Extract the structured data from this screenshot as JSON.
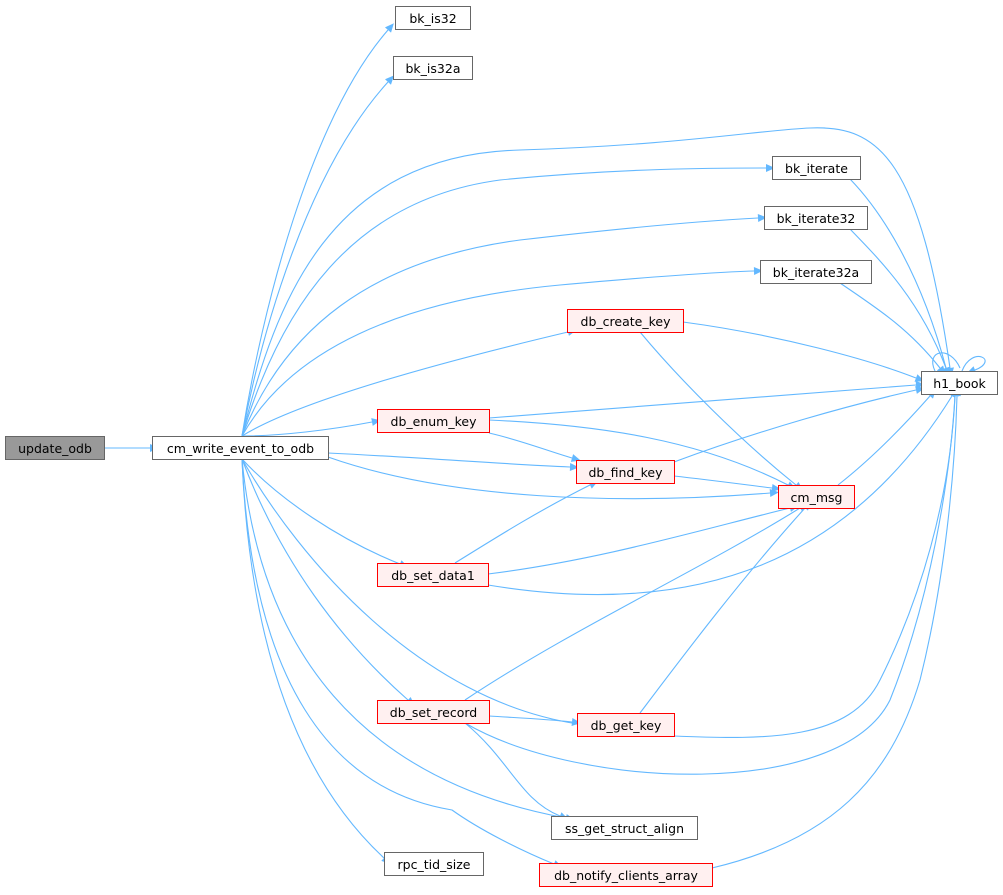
{
  "colors": {
    "edge": "#63b8ff",
    "root_fill": "#999999",
    "root_border": "#666666",
    "normal_border": "#666666",
    "red_border": "#ff0000",
    "red_fill": "#fff0f0",
    "normal_fill": "#ffffff"
  },
  "nodes": {
    "update_odb": {
      "label": "update_odb",
      "style": "root"
    },
    "cm_write_event_to_odb": {
      "label": "cm_write_event_to_odb",
      "style": "normal"
    },
    "bk_is32": {
      "label": "bk_is32",
      "style": "normal"
    },
    "bk_is32a": {
      "label": "bk_is32a",
      "style": "normal"
    },
    "bk_iterate": {
      "label": "bk_iterate",
      "style": "normal"
    },
    "bk_iterate32": {
      "label": "bk_iterate32",
      "style": "normal"
    },
    "bk_iterate32a": {
      "label": "bk_iterate32a",
      "style": "normal"
    },
    "db_create_key": {
      "label": "db_create_key",
      "style": "red"
    },
    "db_enum_key": {
      "label": "db_enum_key",
      "style": "red"
    },
    "db_find_key": {
      "label": "db_find_key",
      "style": "red"
    },
    "db_set_data1": {
      "label": "db_set_data1",
      "style": "red"
    },
    "db_set_record": {
      "label": "db_set_record",
      "style": "red"
    },
    "db_get_key": {
      "label": "db_get_key",
      "style": "red"
    },
    "ss_get_struct_align": {
      "label": "ss_get_struct_align",
      "style": "normal"
    },
    "rpc_tid_size": {
      "label": "rpc_tid_size",
      "style": "normal"
    },
    "db_notify_clients_array": {
      "label": "db_notify_clients_array",
      "style": "red"
    },
    "h1_book": {
      "label": "h1_book",
      "style": "normal"
    },
    "cm_msg": {
      "label": "cm_msg",
      "style": "red"
    }
  },
  "edges": [
    [
      "update_odb",
      "cm_write_event_to_odb"
    ],
    [
      "cm_write_event_to_odb",
      "bk_is32"
    ],
    [
      "cm_write_event_to_odb",
      "bk_is32a"
    ],
    [
      "cm_write_event_to_odb",
      "h1_book"
    ],
    [
      "cm_write_event_to_odb",
      "bk_iterate"
    ],
    [
      "cm_write_event_to_odb",
      "bk_iterate32"
    ],
    [
      "cm_write_event_to_odb",
      "bk_iterate32a"
    ],
    [
      "cm_write_event_to_odb",
      "db_create_key"
    ],
    [
      "cm_write_event_to_odb",
      "db_enum_key"
    ],
    [
      "cm_write_event_to_odb",
      "db_find_key"
    ],
    [
      "cm_write_event_to_odb",
      "cm_msg"
    ],
    [
      "cm_write_event_to_odb",
      "db_set_data1"
    ],
    [
      "cm_write_event_to_odb",
      "db_set_record"
    ],
    [
      "cm_write_event_to_odb",
      "db_get_key"
    ],
    [
      "cm_write_event_to_odb",
      "ss_get_struct_align"
    ],
    [
      "cm_write_event_to_odb",
      "rpc_tid_size"
    ],
    [
      "cm_write_event_to_odb",
      "db_notify_clients_array"
    ],
    [
      "bk_iterate",
      "h1_book"
    ],
    [
      "bk_iterate32",
      "h1_book"
    ],
    [
      "bk_iterate32a",
      "h1_book"
    ],
    [
      "db_create_key",
      "h1_book"
    ],
    [
      "db_create_key",
      "cm_msg"
    ],
    [
      "db_enum_key",
      "h1_book"
    ],
    [
      "db_enum_key",
      "db_find_key"
    ],
    [
      "db_enum_key",
      "cm_msg"
    ],
    [
      "db_find_key",
      "h1_book"
    ],
    [
      "db_find_key",
      "cm_msg"
    ],
    [
      "db_set_data1",
      "db_find_key"
    ],
    [
      "db_set_data1",
      "cm_msg"
    ],
    [
      "db_set_data1",
      "h1_book"
    ],
    [
      "db_set_record",
      "cm_msg"
    ],
    [
      "db_set_record",
      "db_get_key"
    ],
    [
      "db_set_record",
      "h1_book"
    ],
    [
      "db_set_record",
      "ss_get_struct_align"
    ],
    [
      "db_get_key",
      "cm_msg"
    ],
    [
      "db_get_key",
      "h1_book"
    ],
    [
      "cm_msg",
      "h1_book"
    ],
    [
      "db_notify_clients_array",
      "h1_book"
    ],
    [
      "h1_book",
      "h1_book"
    ]
  ]
}
